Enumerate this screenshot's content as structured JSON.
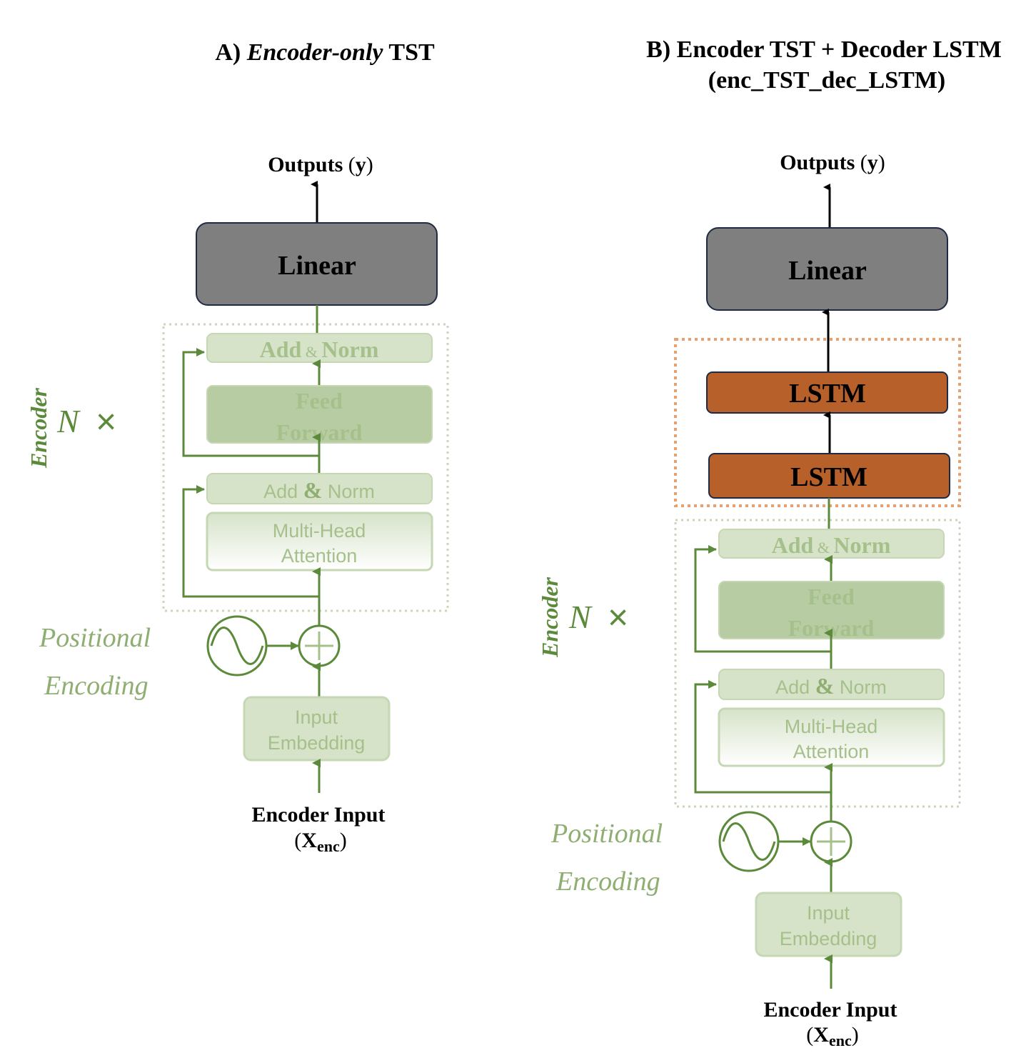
{
  "colors": {
    "green": "#5b8a3a",
    "green_light_text": "#a6c08b",
    "green_box": "#d6e3c9",
    "green_box_dark": "#b7cca3",
    "linear_fill": "#7f7f7f",
    "lstm_fill": "#b8602a",
    "lstm_frame": "#e8a070",
    "dotted_frame": "#c9d6bd"
  },
  "panel_a": {
    "title_prefix": "A) ",
    "title_italic": "Encoder-only",
    "title_suffix": " TST",
    "outputs_label": "Outputs",
    "outputs_var": "y",
    "linear_label": "Linear",
    "add_norm_top_1": "Add",
    "add_norm_top_amp": "&",
    "add_norm_top_2": "Norm",
    "feed_forward_1": "Feed",
    "feed_forward_2": "Forward",
    "add_norm_bottom_1": "Add",
    "add_norm_bottom_amp": "&",
    "add_norm_bottom_2": "Norm",
    "mha_1": "Multi-Head",
    "mha_2": "Attention",
    "encoder_label": "Encoder",
    "nx_n": "N",
    "nx_x": "×",
    "positional_1": "Positional",
    "positional_2": "Encoding",
    "input_embedding_1": "Input",
    "input_embedding_2": "Embedding",
    "encoder_input_label": "Encoder Input",
    "encoder_input_var": "X",
    "encoder_input_sub": "enc"
  },
  "panel_b": {
    "title_line1": "B) Encoder TST + Decoder LSTM",
    "title_line2": "(enc_TST_dec_LSTM)",
    "outputs_label": "Outputs",
    "outputs_var": "y",
    "linear_label": "Linear",
    "lstm_top": "LSTM",
    "lstm_bottom": "LSTM",
    "add_norm_top_1": "Add",
    "add_norm_top_amp": "&",
    "add_norm_top_2": "Norm",
    "feed_forward_1": "Feed",
    "feed_forward_2": "Forward",
    "add_norm_bottom_1": "Add",
    "add_norm_bottom_amp": "&",
    "add_norm_bottom_2": "Norm",
    "mha_1": "Multi-Head",
    "mha_2": "Attention",
    "encoder_label": "Encoder",
    "nx_n": "N",
    "nx_x": "×",
    "positional_1": "Positional",
    "positional_2": "Encoding",
    "input_embedding_1": "Input",
    "input_embedding_2": "Embedding",
    "encoder_input_label": "Encoder Input",
    "encoder_input_var": "X",
    "encoder_input_sub": "enc"
  }
}
